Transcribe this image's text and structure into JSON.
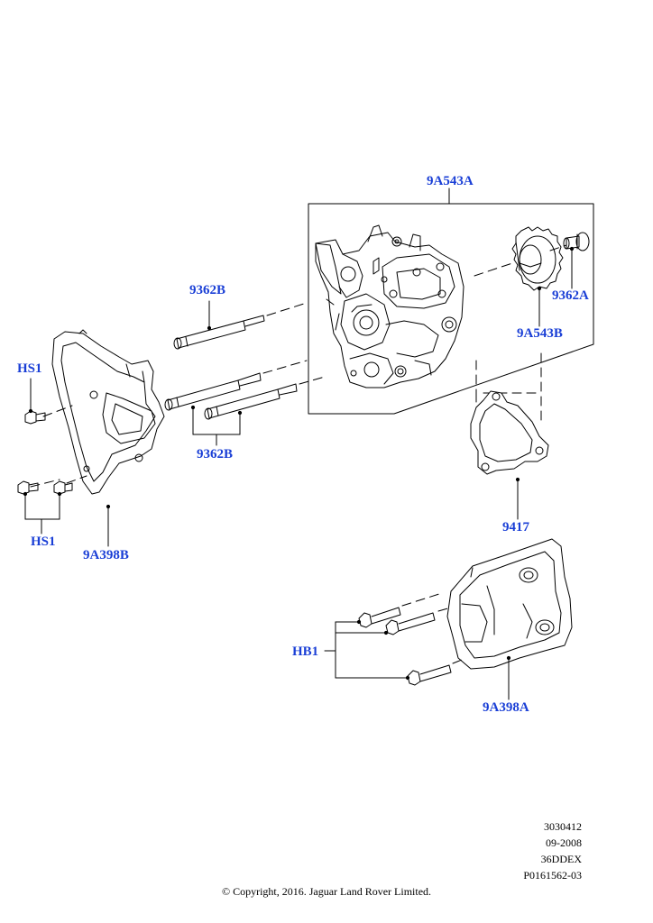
{
  "callouts": {
    "pump_assembly": "9A543A",
    "pump_gear": "9A543B",
    "gear_bolt": "9362A",
    "stud_upper": "9362B",
    "stud_lower": "9362B",
    "gasket": "9417",
    "rear_bracket": "9A398B",
    "front_bracket": "9A398A",
    "bolt_single": "HS1",
    "bolt_pair": "HS1",
    "bolt_group": "HB1"
  },
  "meta": {
    "line1": "3030412",
    "line2": "09-2008",
    "line3": "36DDEX",
    "line4": "P0161562-03"
  },
  "copyright": "© Copyright, 2016. Jaguar Land Rover Limited.",
  "colors": {
    "callout_text": "#1a3fd6",
    "line_art": "#000000"
  }
}
